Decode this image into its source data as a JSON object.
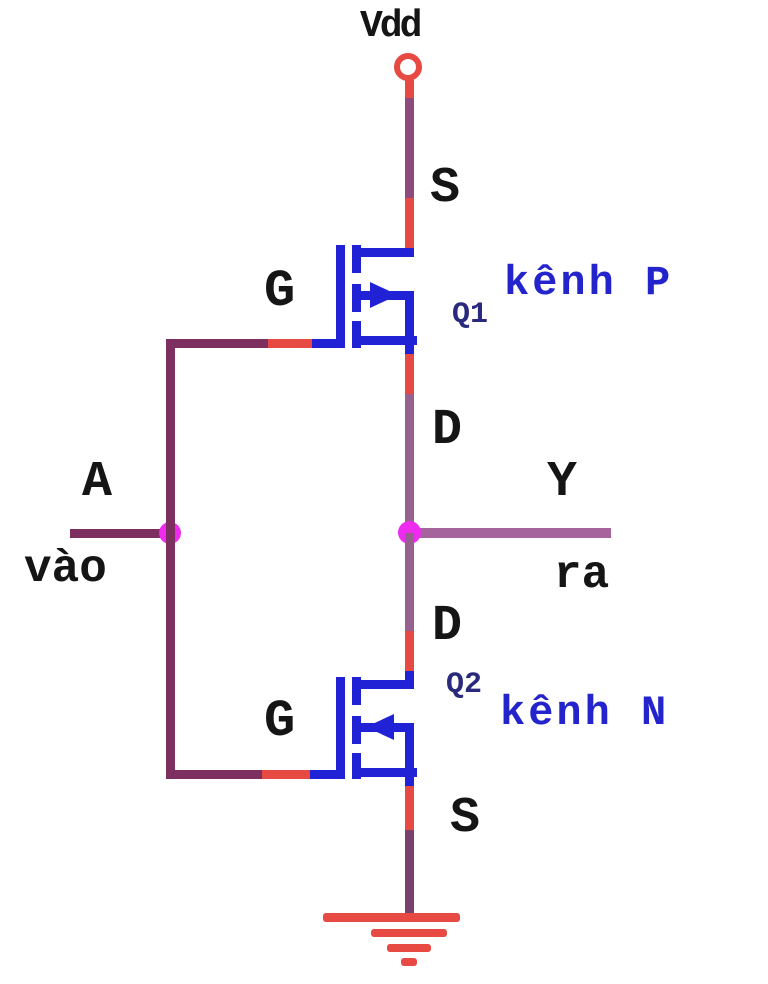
{
  "diagram": {
    "power_label": "Vdd",
    "input": {
      "name": "A",
      "caption": "vào"
    },
    "output": {
      "name": "Y",
      "caption": "ra"
    },
    "q1": {
      "id": "Q1",
      "channel": "kênh P",
      "source": "S",
      "gate": "G",
      "drain": "D"
    },
    "q2": {
      "id": "Q2",
      "channel": "kênh N",
      "source": "S",
      "gate": "G",
      "drain": "D"
    }
  },
  "colors": {
    "maroon": "#7d2f5f",
    "purple": "#8d4b7d",
    "mauve": "#96618f",
    "plum": "#a5649c",
    "darkpurple": "#7a4070",
    "red": "#e64a42",
    "blue": "#2121d6",
    "navy": "#29297d",
    "labelblue": "#2424cc",
    "magenta": "#ee2bee",
    "ink": "#151515"
  }
}
